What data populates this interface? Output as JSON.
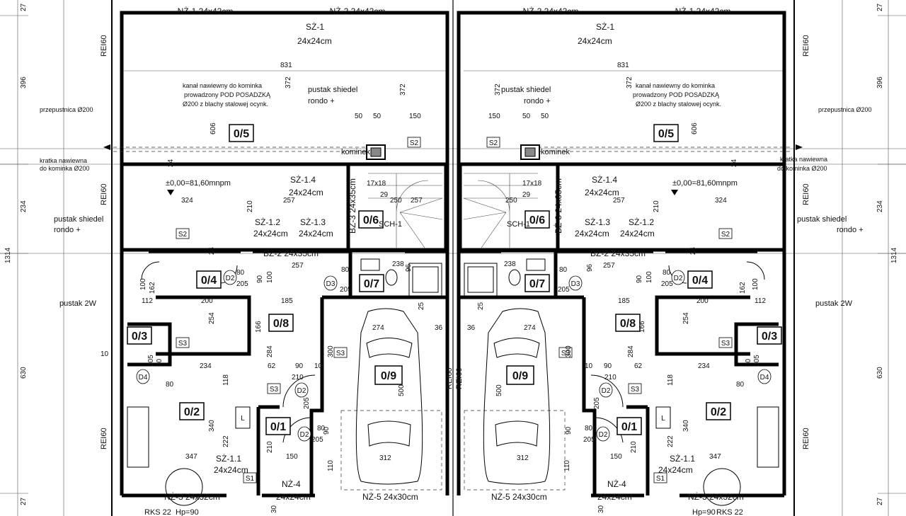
{
  "room_ids": [
    "0/1",
    "0/2",
    "0/3",
    "0/4",
    "0/5",
    "0/6",
    "0/7",
    "0/8",
    "0/9"
  ],
  "lintels": {
    "nz1": "NŻ-1 24x42cm",
    "nz2": "NŻ-2 24x42cm",
    "nz3": "NŻ-3 24x32cm",
    "nz4": "NŻ-4",
    "nz4_size": "24x24cm",
    "nz5": "NŻ-5 24x30cm",
    "sz1": "SŻ-1",
    "sz1_size": "24x24cm",
    "sz11": "SŻ-1.1",
    "sz11_size": "24x24cm",
    "sz12": "SŻ-1.2",
    "sz12_size": "24x24cm",
    "sz13": "SŻ-1.3",
    "sz13_size": "24x24cm",
    "sz14": "SŻ-1.4",
    "sz14_size": "24x24cm",
    "bz2": "BŻ-2 24x35cm",
    "bz3": "BŻ-3 24x35cm"
  },
  "notes": {
    "duct_line1": "kanał nawiewny do kominka",
    "duct_line2": "prowadzony POD POSADZKĄ",
    "duct_line3": "Ø200 z blachy stalowej ocynk.",
    "damper": "przepustnica Ø200",
    "grille_line1": "kratka nawiewna",
    "grille_line2": "do kominka Ø200",
    "pustak_shiedel": "pustak shiedel",
    "rondo": "rondo +",
    "pustak_2w": "pustak 2W",
    "kominek": "kominek",
    "level": "±0,00=81,60mnpm",
    "stair_spec": "17x18",
    "stair_label": "SCH-1",
    "fire_rating": "REI60",
    "bottom_note1": "RKS 22",
    "bottom_note2": "Hp=90"
  },
  "tags": {
    "s1": "S1",
    "s2": "S2",
    "s3": "S3",
    "d2": "D2",
    "d3": "D3",
    "d4": "D4",
    "l": "L"
  },
  "dimensions": {
    "side_396": "396",
    "side_234": "234",
    "side_1314": "1314",
    "side_630": "630",
    "side_27": "27",
    "d831": "831",
    "d372": "372",
    "d606": "606",
    "d50": "50",
    "d150": "150",
    "d324": "324",
    "d257": "257",
    "d29": "29",
    "d250": "250",
    "d210": "210",
    "d24": "24",
    "d80": "80",
    "d205": "205",
    "d100": "100",
    "d162": "162",
    "d112": "112",
    "d200": "200",
    "d254": "254",
    "d185": "185",
    "d166": "166",
    "d284": "284",
    "d234": "234",
    "d62": "62",
    "d90": "90",
    "d10": "10",
    "d70": "70",
    "d118": "118",
    "d340": "340",
    "d222": "222",
    "d347": "347",
    "d110": "110",
    "d238": "238",
    "d96": "96",
    "d274": "274",
    "d36": "36",
    "d300": "300",
    "d500": "500",
    "d312": "312",
    "d30": "30",
    "d25": "25"
  }
}
